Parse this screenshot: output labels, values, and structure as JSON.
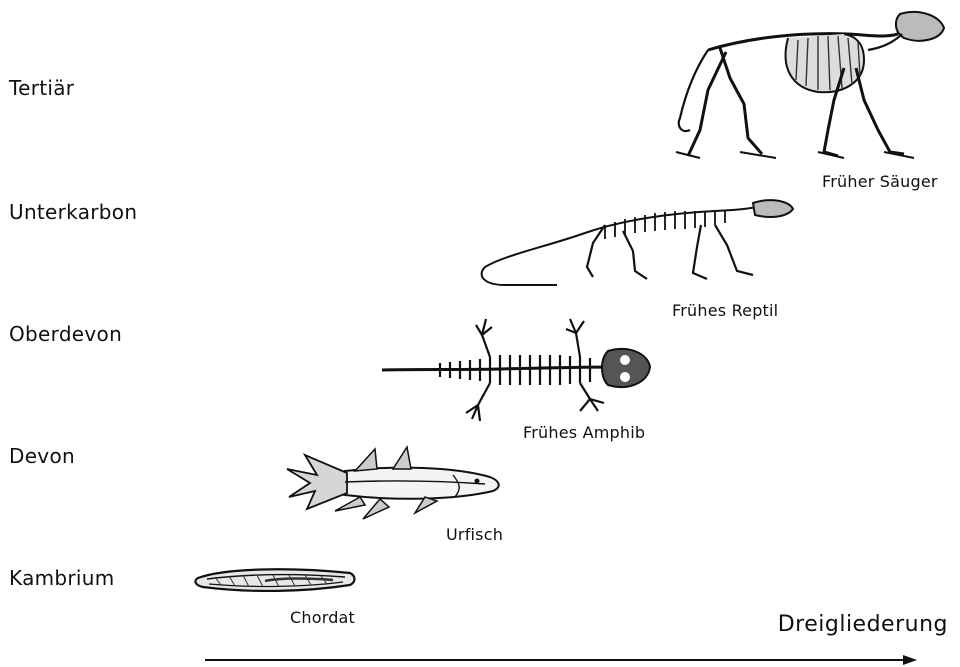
{
  "periods": [
    "Tertiär",
    "Unterkarbon",
    "Oberdevon",
    "Devon",
    "Kambrium"
  ],
  "organisms": {
    "saeuger": "Früher Säuger",
    "reptil": "Frühes Reptil",
    "amphib": "Frühes Amphib",
    "fisch": "Urfisch",
    "chordat": "Chordat"
  },
  "arrow_label": "Dreigliederung"
}
